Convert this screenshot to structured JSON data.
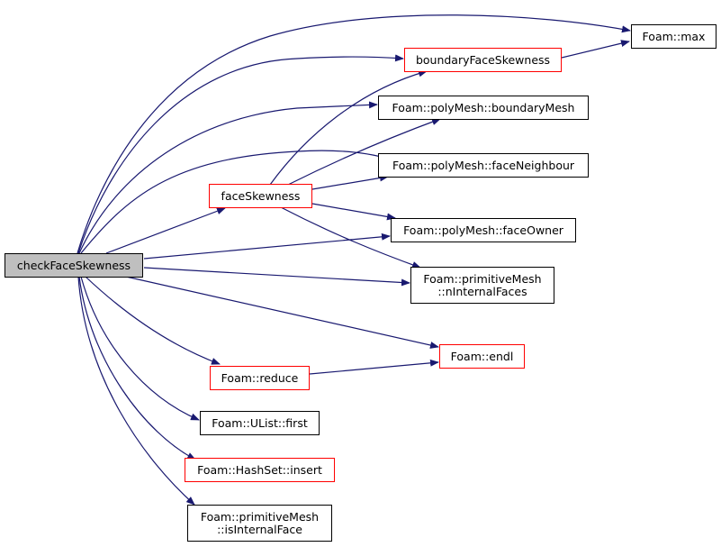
{
  "edge_color": "#191970",
  "nodes": {
    "root": "checkFaceSkewness",
    "max": "Foam::max",
    "boundaryFaceSkewness": "boundaryFaceSkewness",
    "boundaryMesh": "Foam::polyMesh::boundaryMesh",
    "faceNeighbour": "Foam::polyMesh::faceNeighbour",
    "faceSkewness": "faceSkewness",
    "faceOwner": "Foam::polyMesh::faceOwner",
    "nInternalFaces": "Foam::primitiveMesh\n::nInternalFaces",
    "endl": "Foam::endl",
    "reduce": "Foam::reduce",
    "first": "Foam::UList::first",
    "insert": "Foam::HashSet::insert",
    "isInternalFace": "Foam::primitiveMesh\n::isInternalFace"
  }
}
